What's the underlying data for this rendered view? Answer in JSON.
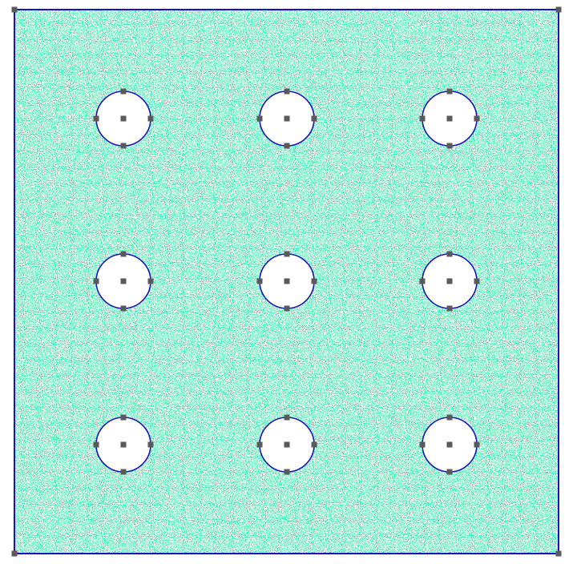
{
  "colors": {
    "background": "#ffffff",
    "fill": "#1fe39a",
    "speckle": "#e9fff4",
    "boundary": "#1a14b8",
    "hole_fill": "#ffffff",
    "node": "#5a5a5a"
  },
  "domain": {
    "shape": "square",
    "boundary_nodes": "corners"
  },
  "holes": {
    "shape": "circle",
    "rows": 3,
    "cols": 3,
    "nodes_per_hole": [
      "center",
      "top",
      "bottom",
      "left",
      "right"
    ]
  }
}
